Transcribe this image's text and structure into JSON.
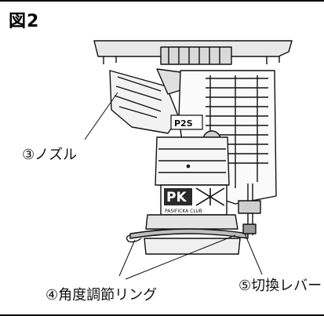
{
  "figure": {
    "title": "図2"
  },
  "labels": {
    "nozzle": "③ノズル",
    "angle_ring": "④角度調節リング",
    "switch_lever": "⑤切換レバー"
  },
  "part_markings": {
    "model": "P2S",
    "logo_letters": "PK",
    "brand": "PASIFICKA CLUB"
  },
  "colors": {
    "ink": "#111111",
    "background": "#ffffff",
    "fill_dark": "#2a2a2a",
    "fill_mid": "#777777"
  }
}
